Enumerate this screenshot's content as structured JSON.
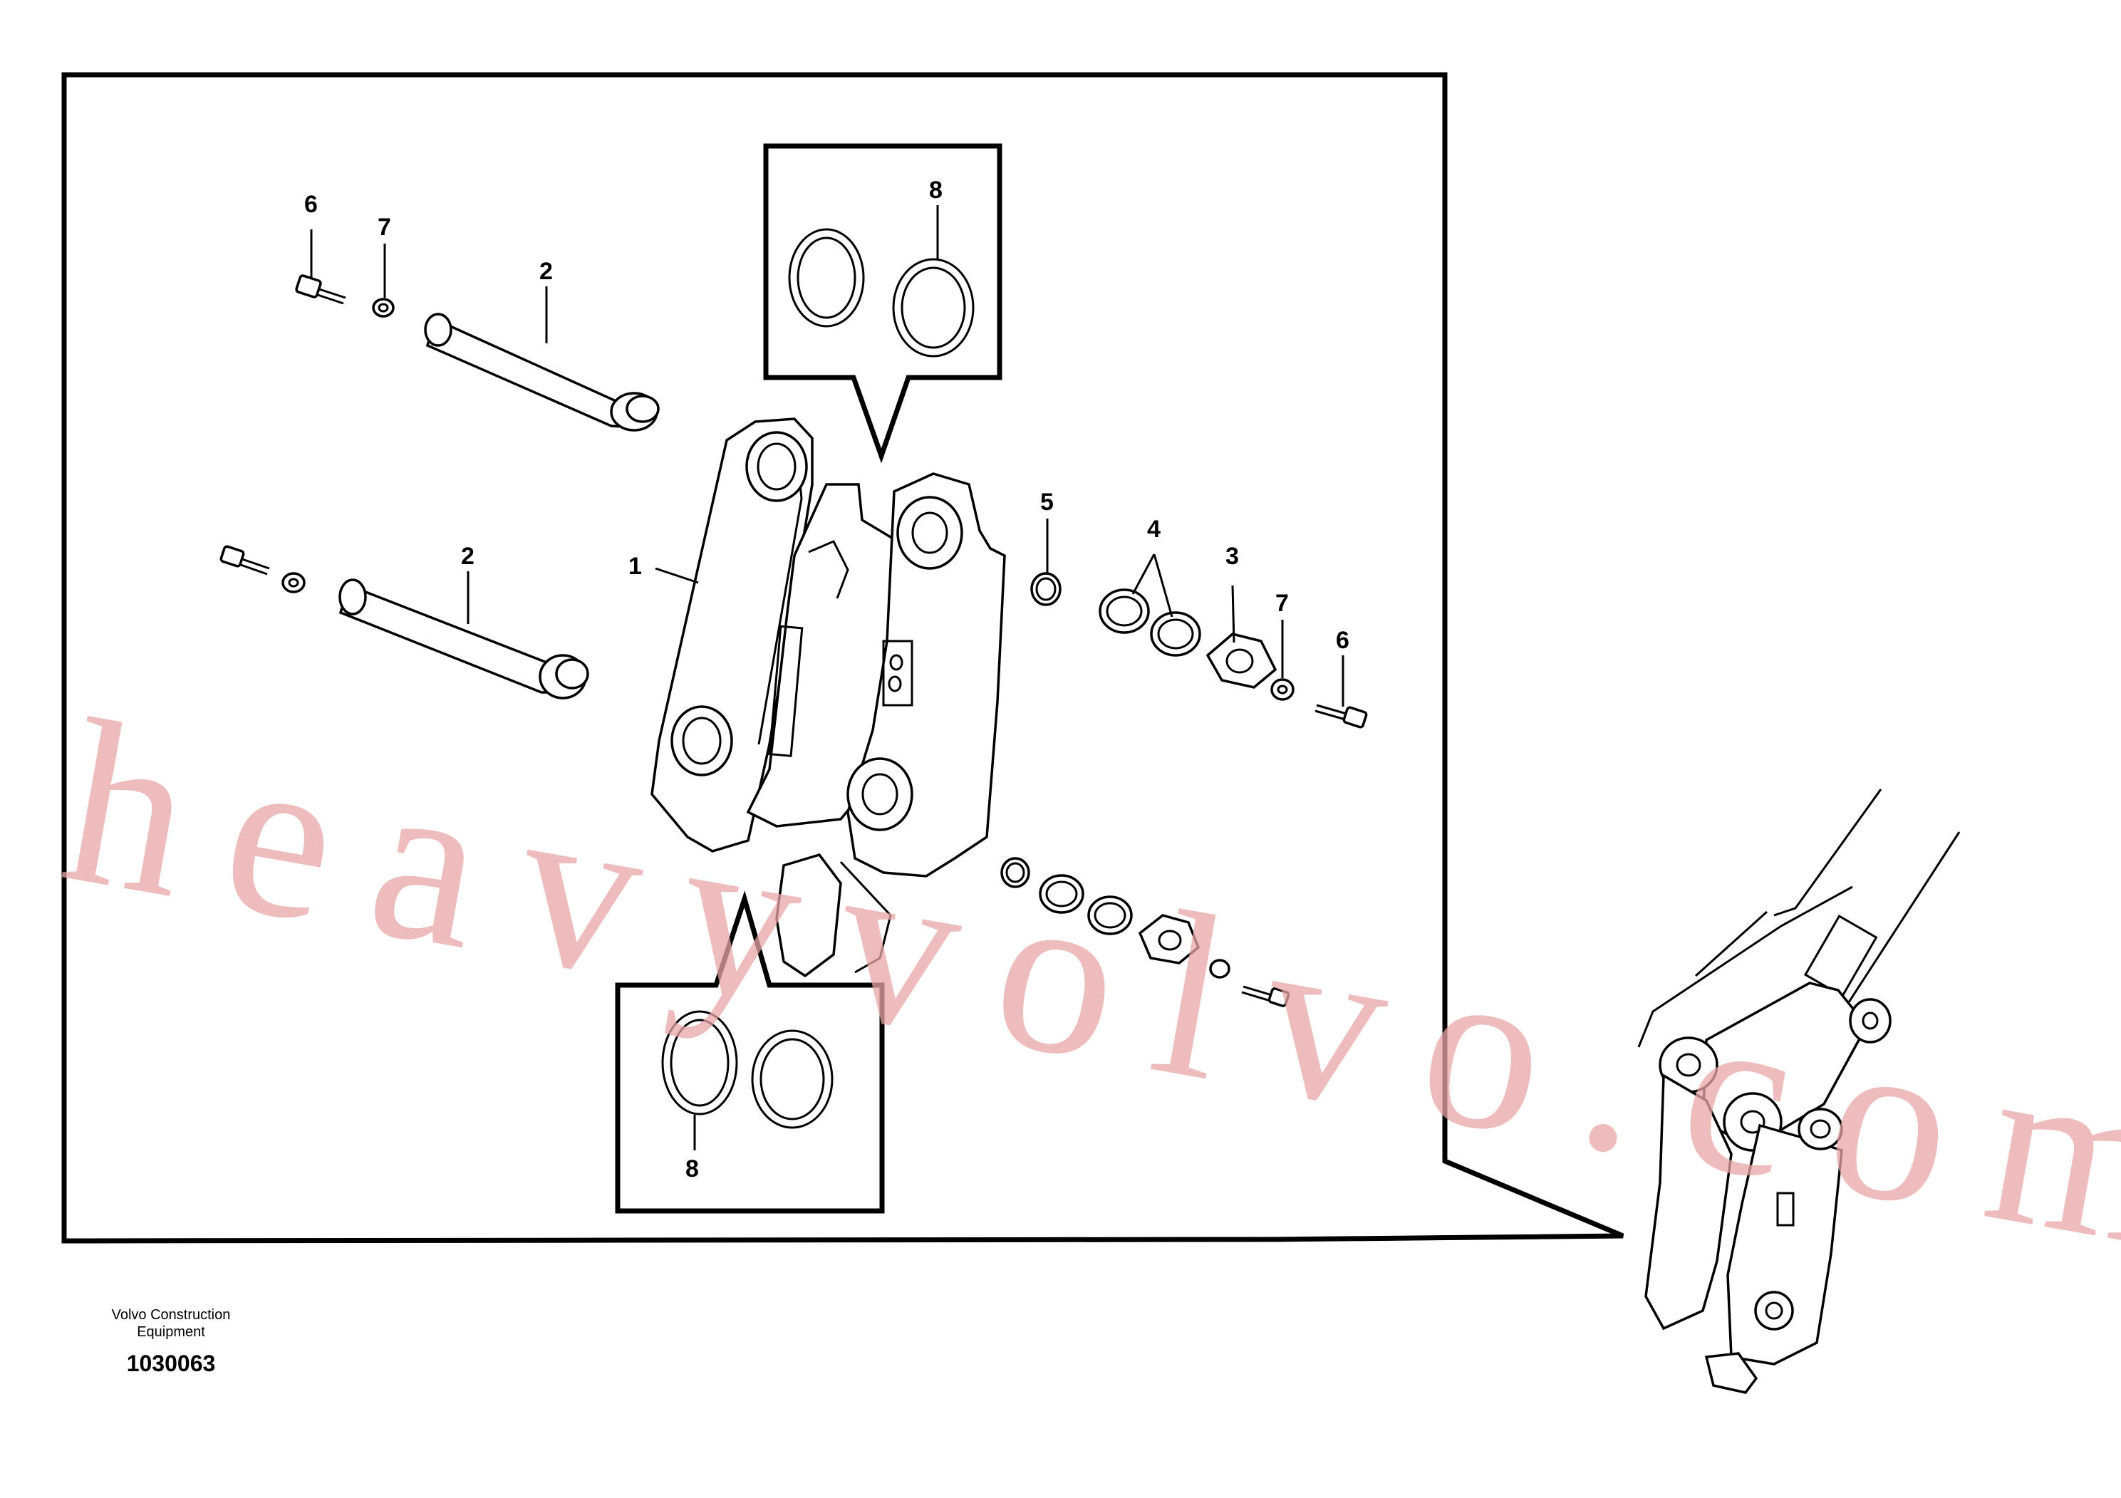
{
  "callouts": {
    "c8_top": "8",
    "c6_left": "6",
    "c7_left": "7",
    "c2_top": "2",
    "c2_mid": "2",
    "c1": "1",
    "c5": "5",
    "c4": "4",
    "c3": "3",
    "c7_right": "7",
    "c6_right": "6",
    "c8_bottom": "8"
  },
  "caption": {
    "line1": "Volvo Construction",
    "line2": "Equipment",
    "doc_id": "1030063"
  },
  "watermark": "heavyvolvo.com"
}
